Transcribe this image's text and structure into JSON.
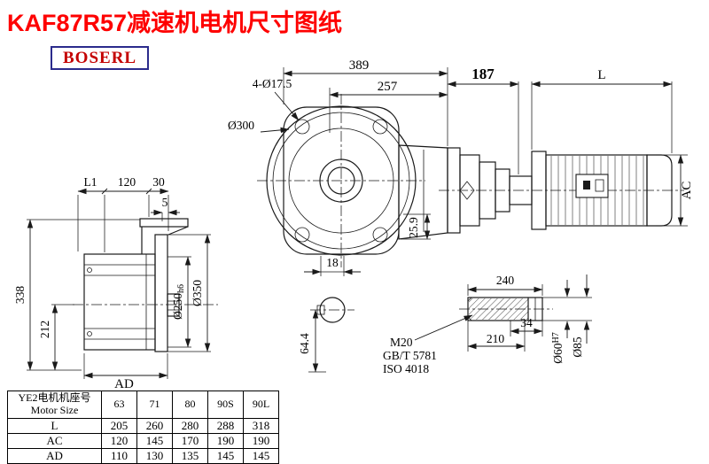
{
  "colors": {
    "title_red": "#fe0000",
    "logo_text_red": "#c40000",
    "logo_border_blue": "#2b2b8c",
    "line_black": "#1a1a1a",
    "background": "#ffffff"
  },
  "header": {
    "title": "KAF87R57减速机电机尺寸图纸",
    "logo": "BOSERL"
  },
  "drawing": {
    "front_view": {
      "dim_width_total": "389",
      "dim_width_flange": "257",
      "dim_bolt_holes": "4-Ø17.5",
      "dim_flange_dia": "Ø300",
      "dim_offset": "25.9",
      "dim_key_width": "18",
      "dim_shaft_bottom": "64.4"
    },
    "side_view": {
      "dim_l1": "L1",
      "dim_120": "120",
      "dim_30": "30",
      "dim_5": "5",
      "dim_height_total": "338",
      "dim_axis_height": "212",
      "dim_ad": "AD",
      "dim_spigot": "Ø250",
      "dim_spigot_tol": "h6",
      "dim_flange_od": "Ø350"
    },
    "motor_view": {
      "dim_adapter_len": "187",
      "dim_motor_len": "L",
      "dim_motor_dia": "AC"
    },
    "shaft_detail": {
      "dim_total_len": "240",
      "dim_head_len": "34",
      "dim_thread_len": "210",
      "thread_label": "M20",
      "standard_gb": "GB/T 5781",
      "standard_iso": "ISO 4018",
      "dim_bore": "Ø60",
      "dim_bore_tol": "H7",
      "dim_hub": "Ø85"
    }
  },
  "table": {
    "header": {
      "label_cn": "YE2电机机座号",
      "label_en": "Motor Size",
      "columns": [
        "63",
        "71",
        "80",
        "90S",
        "90L"
      ]
    },
    "rows": [
      {
        "label": "L",
        "values": [
          "205",
          "260",
          "280",
          "288",
          "318"
        ]
      },
      {
        "label": "AC",
        "values": [
          "120",
          "145",
          "170",
          "190",
          "190"
        ]
      },
      {
        "label": "AD",
        "values": [
          "110",
          "130",
          "135",
          "145",
          "145"
        ]
      }
    ]
  }
}
